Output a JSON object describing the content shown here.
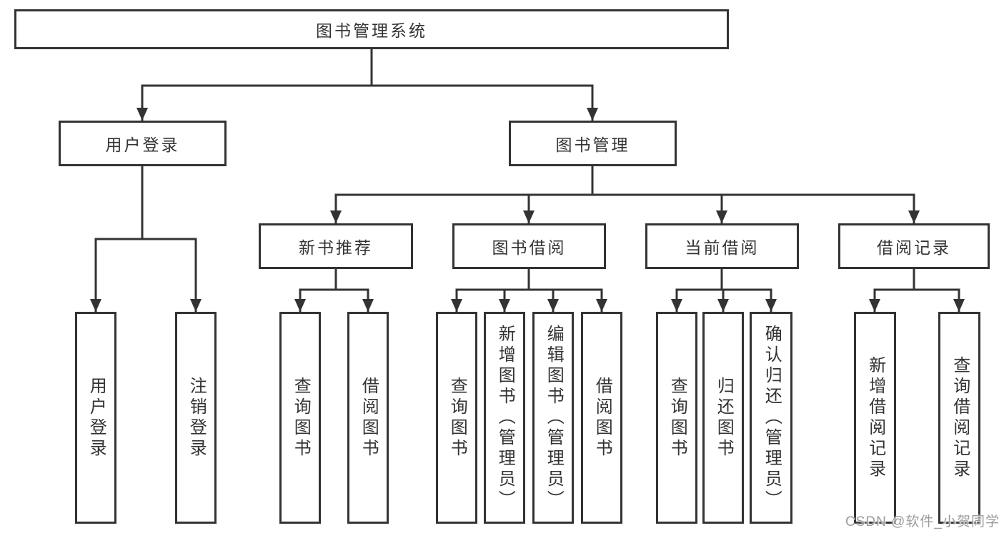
{
  "diagram": {
    "root": "图书管理系统",
    "level1": {
      "user_login": "用户登录",
      "book_mgmt": "图书管理"
    },
    "level2": {
      "new_books": "新书推荐",
      "book_borrow": "图书借阅",
      "current_borrow": "当前借阅",
      "borrow_records": "借阅记录"
    },
    "leaves": {
      "user": [
        "用户登录",
        "注销登录"
      ],
      "new_books": [
        "查询图书",
        "借阅图书"
      ],
      "book_borrow": [
        "查询图书",
        "新增图书（管理员）",
        "编辑图书（管理员）",
        "借阅图书"
      ],
      "current_borrow": [
        "查询图书",
        "归还图书",
        "确认归还（管理员）"
      ],
      "borrow_records": [
        "新增借阅记录",
        "查询借阅记录"
      ]
    }
  },
  "watermark": "CSDN @软件_小贺同学",
  "colors": {
    "line": "#333333",
    "text": "#333333",
    "box_background": "#ffffff",
    "watermark": "#9b9b9b",
    "background": "#ffffff"
  }
}
